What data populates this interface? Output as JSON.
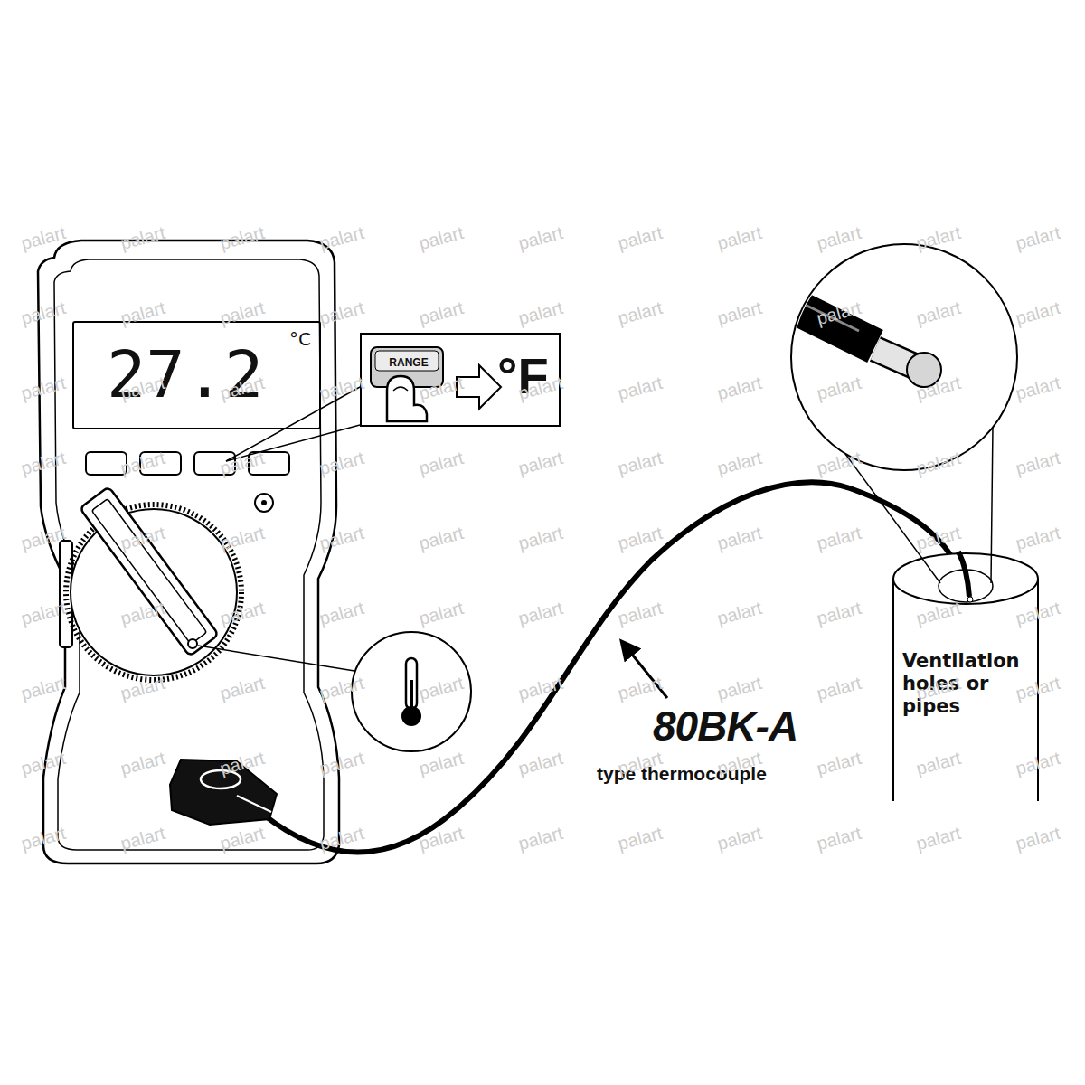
{
  "diagram": {
    "nodes": [
      {
        "text": [
          "27.2",
          "°C"
        ]
      },
      {
        "text": [
          "RANGE",
          "°F"
        ]
      },
      {
        "text": [
          "Ventilation holes or pipes"
        ]
      }
    ],
    "labels": [
      "80BK-A",
      "type thermocouple",
      "palart",
      "palart",
      "palart",
      "palart",
      "palart",
      "palart",
      "palart",
      "palart",
      "palart",
      "palart",
      "palart",
      "palart",
      "palart",
      "palart",
      "palart",
      "palart",
      "palart",
      "palart",
      "palart",
      "palart",
      "palart",
      "palart",
      "palart",
      "palart",
      "palart",
      "palart",
      "palart",
      "palart",
      "palart",
      "palart",
      "palart",
      "palart",
      "palart",
      "palart",
      "palart",
      "palart",
      "palart",
      "palart",
      "palart",
      "palart",
      "palart",
      "palart",
      "palart",
      "palart",
      "palart",
      "palart",
      "palart",
      "palart",
      "palart",
      "palart",
      "palart",
      "palart",
      "palart",
      "palart",
      "palart",
      "palart",
      "palart",
      "palart",
      "palart",
      "palart",
      "palart",
      "palart",
      "palart",
      "palart",
      "palart",
      "palart",
      "palart",
      "palart",
      "palart",
      "palart",
      "palart",
      "palart",
      "palart",
      "palart",
      "palart",
      "palart",
      "palart",
      "palart",
      "palart",
      "palart",
      "palart",
      "palart",
      "palart",
      "palart",
      "palart",
      "palart",
      "palart",
      "palart",
      "palart",
      "palart",
      "palart",
      "palart",
      "palart",
      "palart",
      "palart",
      "palart",
      "palart",
      "palart",
      "palart"
    ]
  }
}
